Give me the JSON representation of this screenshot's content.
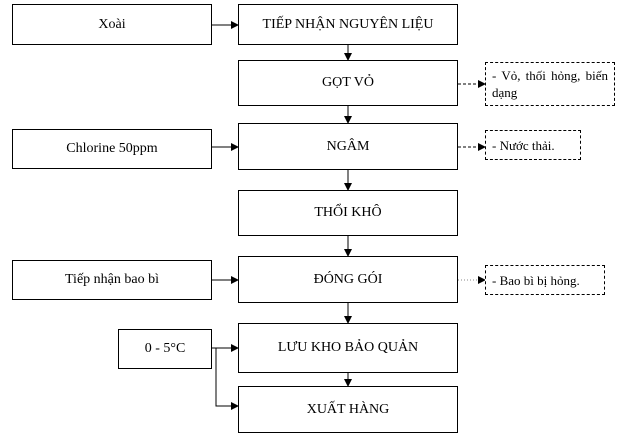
{
  "inputs": {
    "mango": "Xoài",
    "chlorine": "Chlorine 50ppm",
    "packaging": "Tiếp nhận bao bì",
    "temperature": "0 - 5°C"
  },
  "steps": {
    "receive": "TIẾP NHẬN NGUYÊN LIỆU",
    "peel": "GỌT VỎ",
    "soak": "NGÂM",
    "dry": "THỔI KHÔ",
    "pack": "ĐÓNG GÓI",
    "store": "LƯU KHO BẢO QUẢN",
    "ship": "XUẤT HÀNG"
  },
  "outputs": {
    "peel_waste": "- Vỏ, thối hỏng, biến dạng",
    "waste_water": "- Nước thải.",
    "damaged_packaging": "- Bao bì bị hỏng."
  }
}
